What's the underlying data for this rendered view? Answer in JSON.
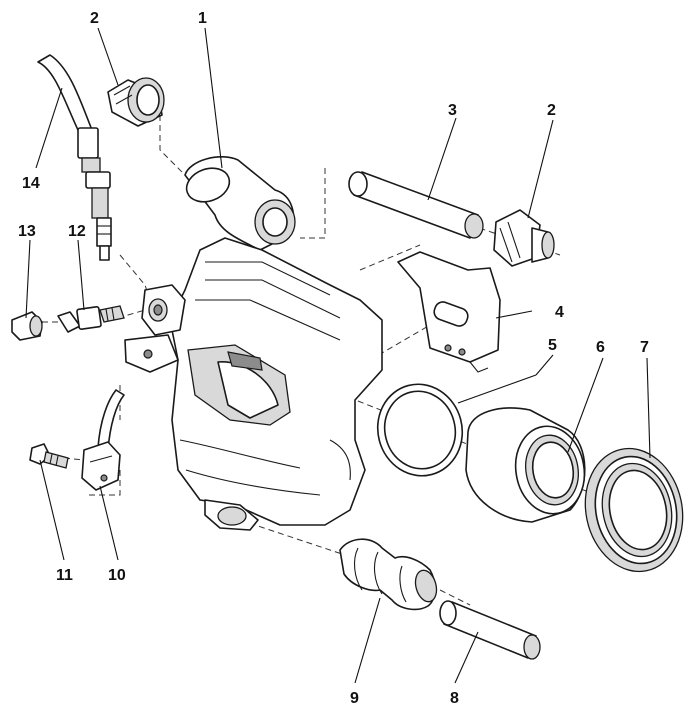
{
  "callouts": {
    "c1": "1",
    "c2a": "2",
    "c2b": "2",
    "c3": "3",
    "c4": "4",
    "c5": "5",
    "c6": "6",
    "c7": "7",
    "c8": "8",
    "c9": "9",
    "c10": "10",
    "c11": "11",
    "c12": "12",
    "c13": "13",
    "c14": "14"
  }
}
